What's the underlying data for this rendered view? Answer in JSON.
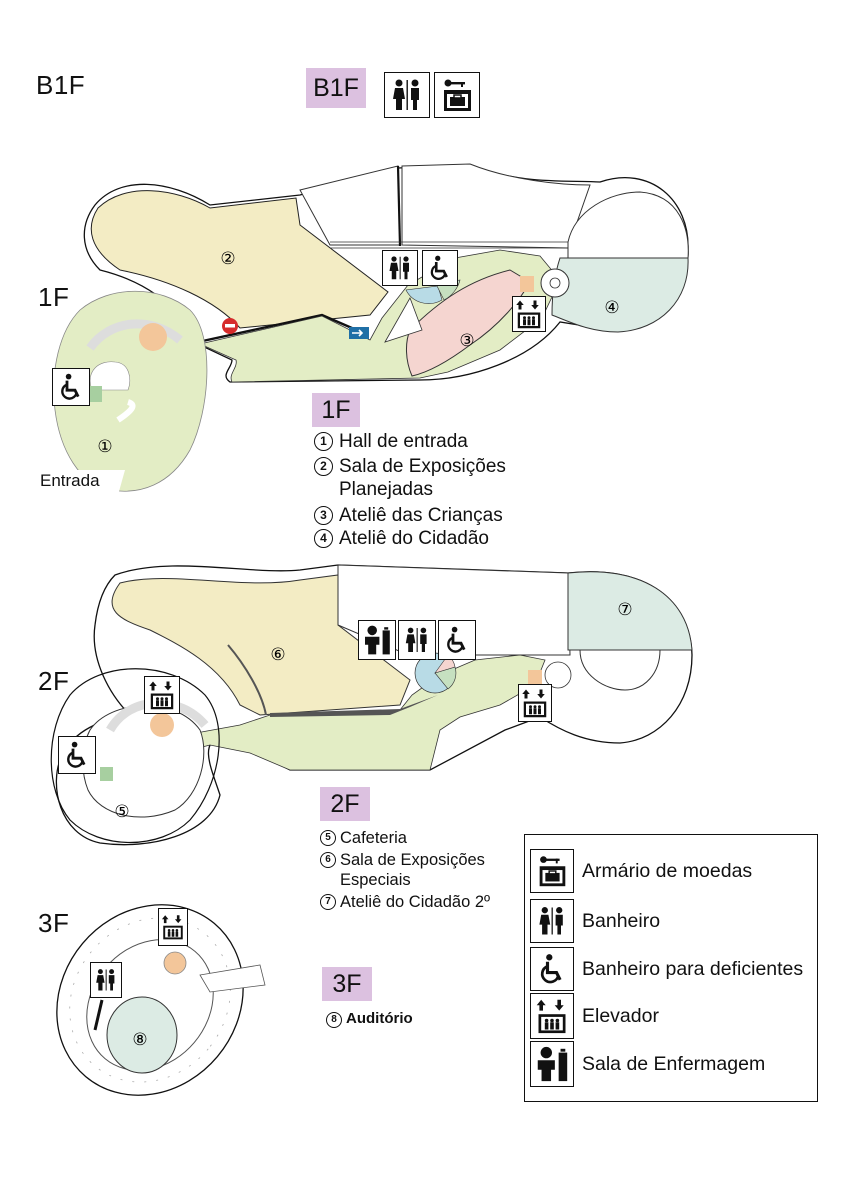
{
  "floors": {
    "b1f": "B1F",
    "f1": "1F",
    "f2": "2F",
    "f3": "3F"
  },
  "tags": {
    "b1f": "B1F",
    "f1": "1F",
    "f2": "2F",
    "f3": "3F"
  },
  "entrance_label": "Entrada",
  "room_numbers": [
    "①",
    "②",
    "③",
    "④",
    "⑤",
    "⑥",
    "⑦",
    "⑧"
  ],
  "list_1f": [
    {
      "num": "1",
      "label": "Hall de entrada"
    },
    {
      "num": "2",
      "label": "Sala de Exposições",
      "label2": "Planejadas"
    },
    {
      "num": "3",
      "label": "Ateliê das Crianças"
    },
    {
      "num": "4",
      "label": "Ateliê do Cidadão"
    }
  ],
  "list_2f": [
    {
      "num": "5",
      "label": "Cafeteria"
    },
    {
      "num": "6",
      "label": "Sala de Exposições",
      "label2": "Especiais"
    },
    {
      "num": "7",
      "label": "Ateliê do Cidadão 2º"
    }
  ],
  "list_3f": [
    {
      "num": "8",
      "label": "Auditório"
    }
  ],
  "key": [
    {
      "icon": "coin-locker-icon",
      "label": "Armário de moedas"
    },
    {
      "icon": "restroom-icon",
      "label": "Banheiro"
    },
    {
      "icon": "accessible-restroom-icon",
      "label": "Banheiro para deficientes"
    },
    {
      "icon": "elevator-icon",
      "label": "Elevador"
    },
    {
      "icon": "nursing-room-icon",
      "label": "Sala de Enfermagem"
    }
  ],
  "colors": {
    "yellow": "#f3ecc4",
    "green": "#e3edc5",
    "pink": "#f5d5d0",
    "teal": "#dcebe4",
    "tag": "#dcc1e0",
    "orange": "#f3c69a"
  }
}
